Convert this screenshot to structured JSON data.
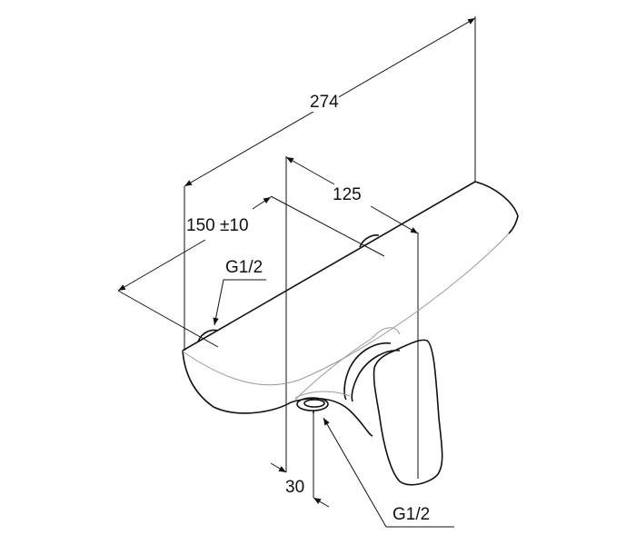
{
  "dimensions": {
    "overall_depth": "274",
    "inlet_spacing": "125",
    "inlet_centers": "150 ±10",
    "outlet_offset": "30"
  },
  "threads": {
    "inlet": "G1/2",
    "outlet": "G1/2"
  },
  "colors": {
    "line": "#111111",
    "hidden_line": "#9a9a9a"
  }
}
